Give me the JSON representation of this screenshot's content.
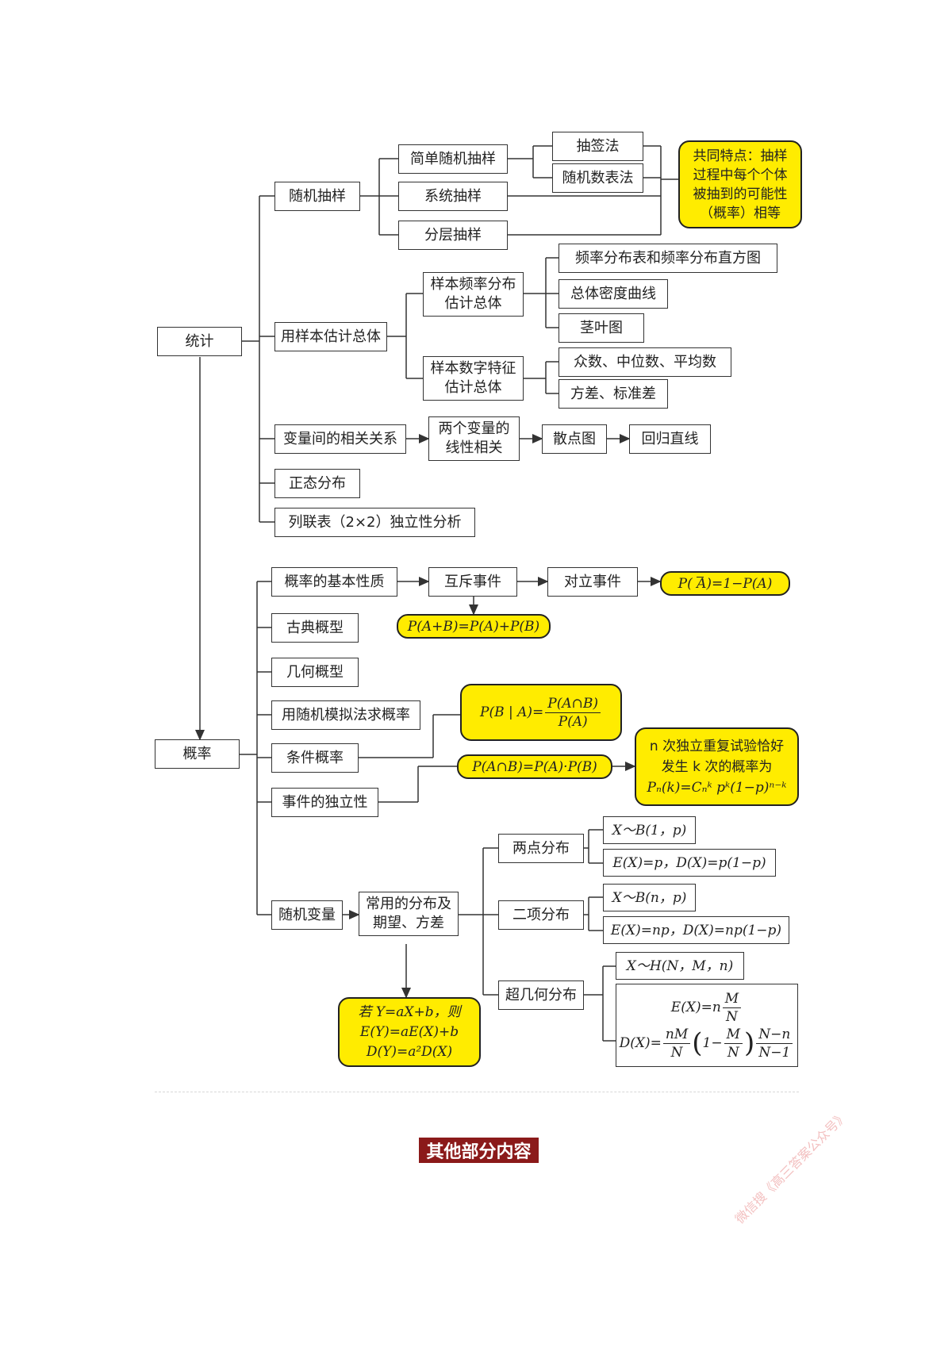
{
  "nodes": {
    "tongji": "统计",
    "suiji_chouyang": "随机抽样",
    "jiandan": "简单随机抽样",
    "xitong": "系统抽样",
    "fenceng": "分层抽样",
    "chouqian": "抽签法",
    "suijishu": "随机数表法",
    "gongtong": [
      "共同特点：抽样",
      "过程中每个个体",
      "被抽到的可能性",
      "（概率）相等"
    ],
    "yangben_guji": "用样本估计总体",
    "pinlv_guji": [
      "样本频率分布",
      "估计总体"
    ],
    "shuzi_guji": [
      "样本数字特征",
      "估计总体"
    ],
    "pinlv_biao": "频率分布表和频率分布直方图",
    "midu_quxian": "总体密度曲线",
    "jingye": "茎叶图",
    "zhongshu": "众数、中位数、平均数",
    "fangcha": "方差、标准差",
    "xiangguan": "变量间的相关关系",
    "xianxing": [
      "两个变量的",
      "线性相关"
    ],
    "sandian": "散点图",
    "huigui": "回归直线",
    "zhengtai": "正态分布",
    "lianbiao": "列联表（2×2）独立性分析",
    "gailv": "概率",
    "jiben": "概率的基本性质",
    "huchi": "互斥事件",
    "duili": "对立事件",
    "duili_f": "P( A)=1−P(A)",
    "huchi_f": "P(A+B)=P(A)+P(B)",
    "gudian": "古典概型",
    "jihe": "几何概型",
    "moni": "用随机模拟法求概率",
    "tiaojian": "条件概率",
    "tiaojian_lhs": "P(B | A)=",
    "tiaojian_num": "P(A∩B)",
    "tiaojian_den": "P(A)",
    "duli": "事件的独立性",
    "duli_f": "P(A∩B)=P(A)·P(B)",
    "nci": [
      "n 次独立重复试验恰好",
      "发生 k 次的概率为",
      "Pₙ(k)=Cₙᵏ pᵏ(1−p)ⁿ⁻ᵏ"
    ],
    "suiji_bianliang": "随机变量",
    "changyong": [
      "常用的分布及",
      "期望、方差"
    ],
    "xianxing_bh": [
      "若 Y=aX+b，则",
      "E(Y)=aE(X)+b",
      "D(Y)=a²D(X)"
    ],
    "liangdian": "两点分布",
    "ld_1": "X～B(1，p)",
    "ld_2": "E(X)=p，D(X)=p(1−p)",
    "erxiang": "二项分布",
    "ex_1": "X～B(n，p)",
    "ex_2": "E(X)=np，D(X)=np(1−p)",
    "chaojihe": "超几何分布",
    "cj_1": "X～H(N，M，n)",
    "cj_e_lhs": "E(X)=n",
    "cj_d_lhs": "D(X)=",
    "cj_nm": "nM",
    "cj_M": "M",
    "cj_N": "N",
    "cj_1minus": "1−",
    "cj_nmn": "N−n",
    "cj_n1": "N−1"
  },
  "footer": {
    "title": "其他部分内容",
    "watermark": "微信搜《高三答案公众号》"
  },
  "colors": {
    "highlight": "#ffec00",
    "footer_bg": "#8b1a1a",
    "line": "#333333"
  }
}
